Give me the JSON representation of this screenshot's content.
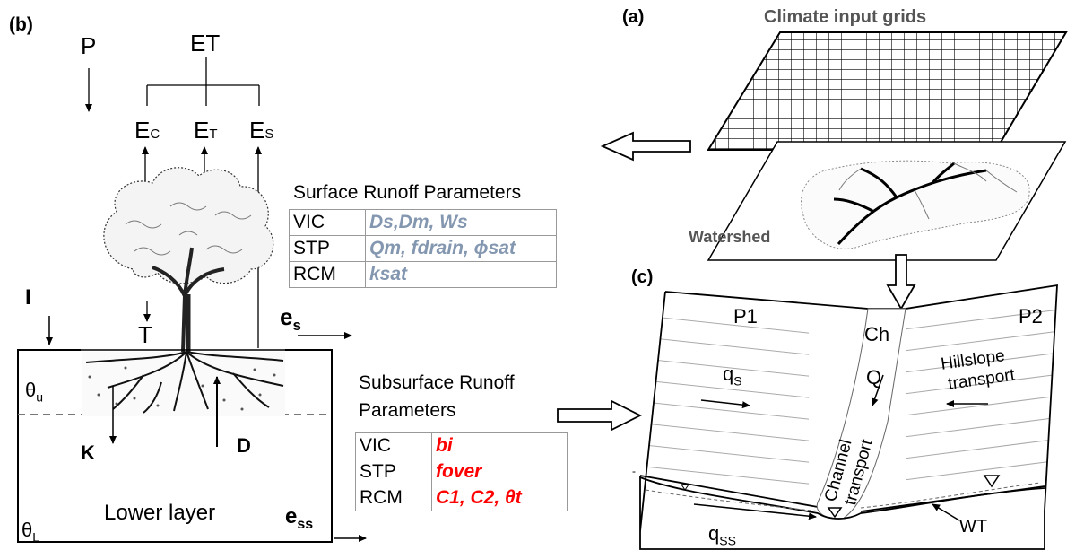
{
  "panel_b": {
    "label": "(b)",
    "P": "P",
    "ET": "ET",
    "Ec": "E",
    "Ec_sub": "C",
    "Et": "E",
    "Et_sub": "T",
    "Es": "E",
    "Es_sub": "S",
    "T": "T",
    "I": "I",
    "es": "e",
    "es_sub": "s",
    "theta_u": "θ",
    "theta_u_sub": "u",
    "theta_L": "θ",
    "theta_L_sub": "L",
    "K": "K",
    "D": "D",
    "lower_layer": "Lower layer",
    "ess": "e",
    "ess_sub": "ss"
  },
  "surface_table": {
    "title": "Surface Runoff Parameters",
    "rows": [
      {
        "model": "VIC",
        "params": "Ds,Dm, Ws"
      },
      {
        "model": "STP",
        "params": "Qm, fdrain, ϕsat"
      },
      {
        "model": "RCM",
        "params": "ksat"
      }
    ]
  },
  "subsurface_table": {
    "title_line1": "Subsurface Runoff",
    "title_line2": "Parameters",
    "rows": [
      {
        "model": "VIC",
        "params": "bi"
      },
      {
        "model": "STP",
        "params": "fover"
      },
      {
        "model": "RCM",
        "params": "C1, C2, θt"
      }
    ]
  },
  "panel_a": {
    "label": "(a)",
    "title": "Climate input grids",
    "watershed": "Watershed"
  },
  "panel_c": {
    "label": "(c)",
    "P1": "P1",
    "P2": "P2",
    "Ch": "Ch",
    "Q": "Q",
    "qs": "q",
    "qs_sub": "S",
    "qss": "q",
    "qss_sub": "SS",
    "hillslope1": "Hillslope",
    "hillslope2": "transport",
    "channel1": "Channel",
    "channel2": "transport",
    "WT": "WT",
    "dash": "-"
  },
  "colors": {
    "surface_params": "#8497b0",
    "subsurface_params": "#ff0000",
    "table_border": "#999999",
    "title_gray": "#555555"
  }
}
